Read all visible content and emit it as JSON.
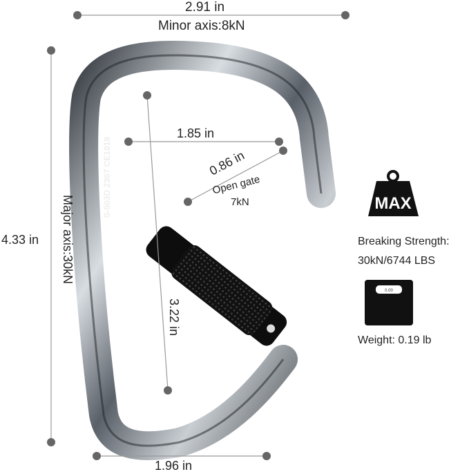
{
  "dimensions": {
    "width_top": "2.91 in",
    "minor_axis": "Minor axis:8kN",
    "inner_width": "1.85 in",
    "gate_opening": "0.86 in",
    "open_gate_label": "Open gate",
    "open_gate_strength": "7kN",
    "height": "4.33 in",
    "major_axis": "Major axis:30kN",
    "inner_height": "3.22 in",
    "bottom_width": "1.96 in"
  },
  "engraving": "S-503D 2307 CE1019",
  "specs": {
    "max_icon_text": "MAX",
    "breaking_strength_label": "Breaking Strength:",
    "breaking_strength_value": "30kN/6744 LBS",
    "scale_display": "0.00",
    "weight": "Weight: 0.19 lb"
  },
  "colors": {
    "line": "#999999",
    "dot": "#666666",
    "icon": "#111111"
  }
}
